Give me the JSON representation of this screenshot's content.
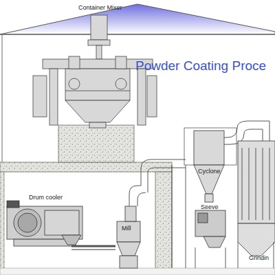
{
  "diagram": {
    "title": "Powder Coating Proce",
    "labels": [
      "Container Mixer",
      "Drum cooler",
      "Mill",
      "Cyclone",
      "Seeve",
      "Grindin"
    ]
  }
}
